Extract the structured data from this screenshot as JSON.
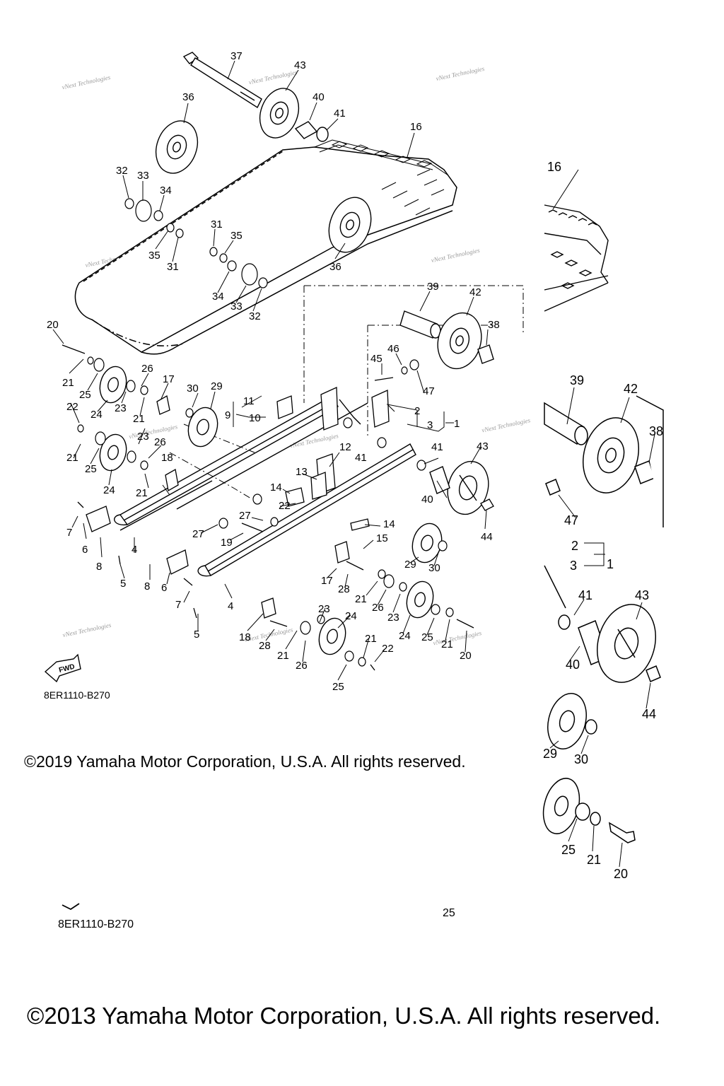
{
  "figure": {
    "code_primary": "8ER1110-B270",
    "code_secondary": "8ER1110-B270",
    "fwd_label": "FWD",
    "page_number": "25",
    "copyright_main": "©2019 Yamaha Motor Corporation, U.S.A. All rights reserved.",
    "copyright_bottom": "©2013 Yamaha Motor Corporation, U.S.A. All rights reserved.",
    "watermark": "vNext Technologies"
  },
  "callouts": {
    "c1": "1",
    "c2": "2",
    "c3": "3",
    "c4": "4",
    "c5": "5",
    "c6": "6",
    "c7": "7",
    "c8": "8",
    "c9": "9",
    "c10": "10",
    "c11": "11",
    "c12": "12",
    "c13": "13",
    "c14": "14",
    "c15": "15",
    "c16": "16",
    "c17": "17",
    "c18": "18",
    "c19": "19",
    "c20": "20",
    "c21": "21",
    "c22": "22",
    "c23": "23",
    "c24": "24",
    "c25": "25",
    "c26": "26",
    "c27": "27",
    "c28": "28",
    "c29": "29",
    "c30": "30",
    "c31": "31",
    "c32": "32",
    "c33": "33",
    "c34": "34",
    "c35": "35",
    "c36": "36",
    "c37": "37",
    "c38": "38",
    "c39": "39",
    "c40": "40",
    "c41": "41",
    "c42": "42",
    "c43": "43",
    "c44": "44",
    "c45": "45",
    "c46": "46",
    "c47": "47"
  }
}
